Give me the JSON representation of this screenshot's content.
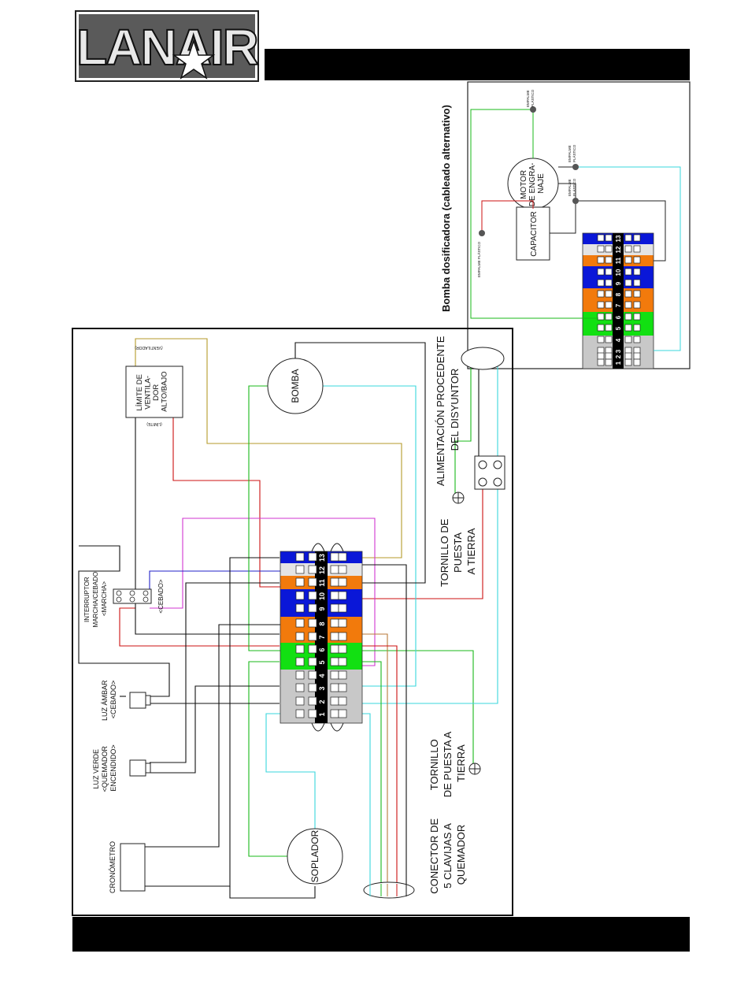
{
  "logo": {
    "text": "LANAIR"
  },
  "colors": {
    "blue": "#0a17d8",
    "orange": "#f27a0c",
    "green": "#12e012",
    "gray": "#c8c8c8",
    "white_block": "#e4e4e4",
    "wire_red": "#cc1010",
    "wire_cyan": "#3ad7dc",
    "wire_green": "#19b81a",
    "wire_olive": "#b59a2a",
    "wire_magenta": "#d236d2",
    "wire_blue": "#2222c8",
    "wire_black": "#111111",
    "wire_brown": "#b87a3a"
  },
  "inset": {
    "title": "Bomba dosificadora (cableado alternativo)",
    "motor": "MOTOR DE ENGRA- NAJE",
    "motor_lines": [
      "MOTOR",
      "DE ENGRA-",
      "NAJE"
    ],
    "capacitor": "CAPACITOR",
    "connector_label": "EMPALME PLÁSTICO",
    "connector_lines": [
      "EMPALME",
      "PLÁSTICO"
    ],
    "terminal_numbers": [
      "1",
      "2",
      "3",
      "4",
      "5",
      "6",
      "7",
      "8",
      "9",
      "10",
      "11",
      "12",
      "13"
    ]
  },
  "main": {
    "bomba": "BOMBA",
    "soplador": "SOPLADOR",
    "limit_switch": {
      "lines": [
        "LÍMITE DE",
        "VENTILA-",
        "DOR",
        "ALTO/BAJO"
      ],
      "top_label": "(VENTILADOR)",
      "bottom_label": "(LÍMITE)"
    },
    "power_supply": {
      "lines": [
        "ALIMENTACIÓN PROCEDENTE",
        "DEL DISYUNTOR"
      ]
    },
    "ground_screw_top": {
      "lines": [
        "TORNILLO DE",
        "PUESTA",
        "A TIERRA"
      ]
    },
    "ground_screw_bottom": {
      "lines": [
        "TORNILLO",
        "DE PUESTA A",
        "TIERRA"
      ]
    },
    "connector": {
      "lines": [
        "CONECTOR DE",
        "5 CLAVIJAS A",
        "QUEMADOR"
      ]
    },
    "switch": {
      "lines": [
        "INTERRUPTOR",
        "MARCHA/CEBADO",
        "<MARCHA>"
      ],
      "sub_label": "<CEBADO>"
    },
    "amber_light": {
      "lines": [
        "LUZ ÁMBAR",
        "<CEBADO>"
      ]
    },
    "green_light": {
      "lines": [
        "LUZ VERDE",
        "<QUEMADOR",
        "ENCENDIDO>"
      ]
    },
    "timer": "CRONÓMETRO",
    "terminal_numbers": [
      "1",
      "2",
      "3",
      "4",
      "5",
      "6",
      "7",
      "8",
      "9",
      "10",
      "11",
      "12",
      "13"
    ]
  }
}
